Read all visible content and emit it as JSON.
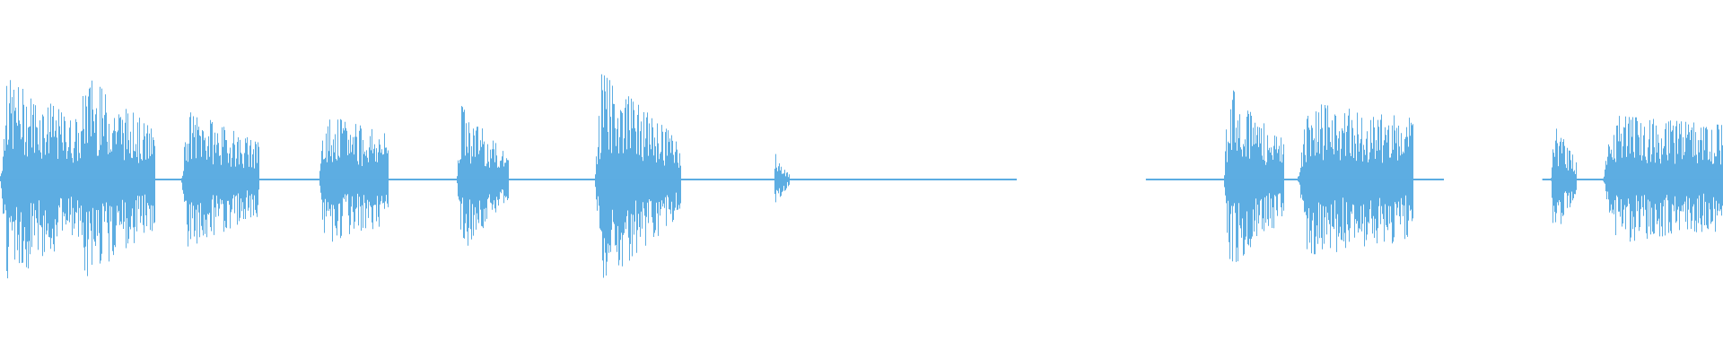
{
  "waveform": {
    "color": "#5DADE2",
    "segments": [
      {
        "start": 0.0,
        "end": 0.05,
        "peak": 0.95,
        "decay": 0.55
      },
      {
        "start": 0.045,
        "end": 0.09,
        "peak": 0.98,
        "decay": 0.5
      },
      {
        "start": 0.105,
        "end": 0.15,
        "peak": 0.65,
        "decay": 0.55
      },
      {
        "start": 0.185,
        "end": 0.225,
        "peak": 0.6,
        "decay": 0.7
      },
      {
        "start": 0.265,
        "end": 0.295,
        "peak": 0.7,
        "decay": 0.35
      },
      {
        "start": 0.345,
        "end": 0.395,
        "peak": 1.0,
        "decay": 0.4
      },
      {
        "start": 0.449,
        "end": 0.458,
        "peak": 0.25,
        "decay": 0.25
      },
      {
        "start": 0.71,
        "end": 0.745,
        "peak": 0.88,
        "decay": 0.45
      },
      {
        "start": 0.753,
        "end": 0.82,
        "peak": 0.7,
        "decay": 0.8
      },
      {
        "start": 0.9,
        "end": 0.915,
        "peak": 0.55,
        "decay": 0.35
      },
      {
        "start": 0.93,
        "end": 1.0,
        "peak": 0.58,
        "decay": 0.85
      }
    ],
    "silence": [
      {
        "start": 0.59,
        "end": 0.665
      },
      {
        "start": 0.838,
        "end": 0.895
      }
    ]
  }
}
